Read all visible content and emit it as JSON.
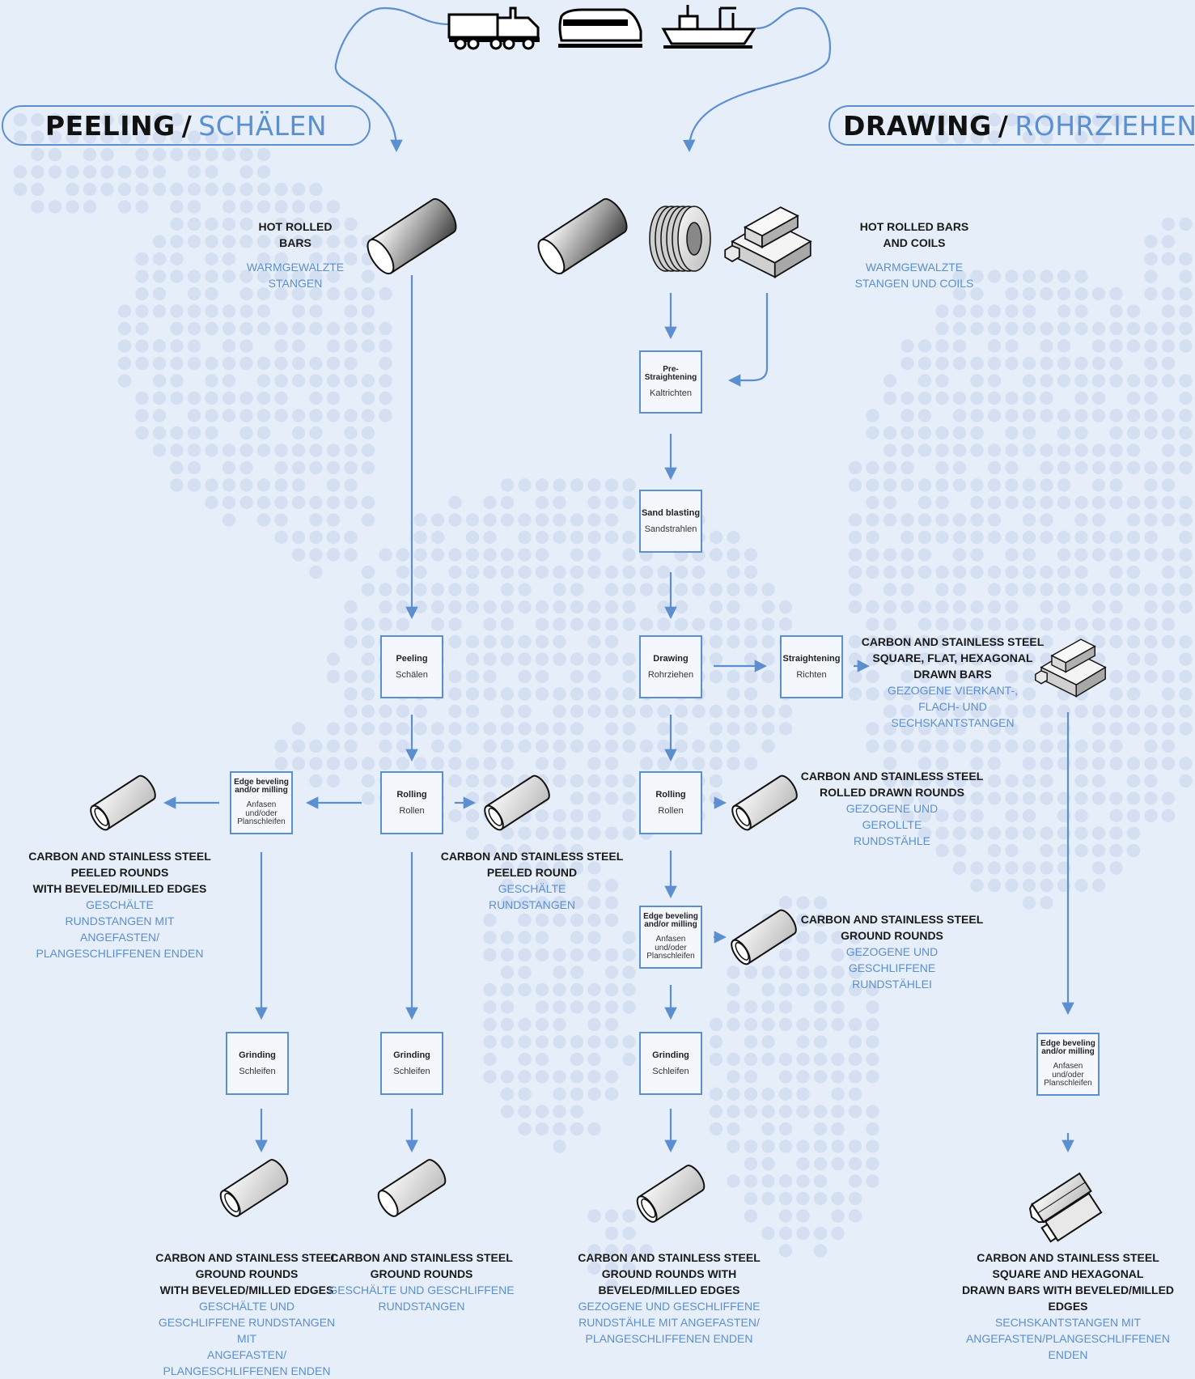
{
  "headers": {
    "peeling": {
      "en": "PEELING",
      "sep": "/",
      "de": "SCHÄLEN"
    },
    "drawing": {
      "en": "DRAWING",
      "sep": "/",
      "de": "ROHRZIEHEN"
    }
  },
  "transport_icons": [
    "truck-icon",
    "train-icon",
    "ship-icon"
  ],
  "colors": {
    "accent": "#5b8fcf",
    "background": "#e6eef9",
    "dots": "#d4e0f1"
  },
  "steps": {
    "pre_straightening": {
      "en": "Pre-\nStraightening",
      "de": "Kaltrichten"
    },
    "sand_blasting": {
      "en": "Sand blasting",
      "de": "Sandstrahlen"
    },
    "peeling": {
      "en": "Peeling",
      "de": "Schälen"
    },
    "drawing": {
      "en": "Drawing",
      "de": "Rohrziehen"
    },
    "straightening": {
      "en": "Straightening",
      "de": "Richten"
    },
    "rolling_peel": {
      "en": "Rolling",
      "de": "Rollen"
    },
    "rolling_draw": {
      "en": "Rolling",
      "de": "Rollen"
    },
    "edge_left": {
      "en": "Edge beveling\nand/or milling",
      "de": "Anfasen\nund/oder\nPlanschleifen"
    },
    "edge_mid": {
      "en": "Edge beveling\nand/or milling",
      "de": "Anfasen\nund/oder\nPlanschleifen"
    },
    "edge_right": {
      "en": "Edge beveling\nand/or milling",
      "de": "Anfasen\nund/oder\nPlanschleifen"
    },
    "grinding_1": {
      "en": "Grinding",
      "de": "Schleifen"
    },
    "grinding_2": {
      "en": "Grinding",
      "de": "Schleifen"
    },
    "grinding_3": {
      "en": "Grinding",
      "de": "Schleifen"
    }
  },
  "labels": {
    "hot_rolled_bars": {
      "en": "HOT ROLLED\nBARS",
      "de": "WARMGEWALZTE\nSTANGEN"
    },
    "hot_rolled_coils": {
      "en": "HOT ROLLED BARS\nAND COILS",
      "de": "WARMGEWALZTE\nSTANGEN UND COILS"
    },
    "square_flat_hex": {
      "en": "CARBON AND STAINLESS STEEL\nSQUARE, FLAT, HEXAGONAL\nDRAWN BARS",
      "de": "GEZOGENE VIERKANT-,\nFLACH- UND\nSECHSKANTSTANGEN"
    },
    "rolled_drawn": {
      "en": "CARBON AND STAINLESS STEEL\nROLLED DRAWN ROUNDS",
      "de": "GEZOGENE UND\nGEROLLTE\nRUNDSTÄHLE"
    },
    "ground_rounds_drawn": {
      "en": "CARBON AND STAINLESS STEEL\nGROUND ROUNDS",
      "de": "GEZOGENE UND\nGESCHLIFFENE\nRUNDSTÄHLEI"
    },
    "peeled_beveled": {
      "en": "CARBON AND STAINLESS STEEL\nPEELED ROUNDS\nWITH BEVELED/MILLED EDGES",
      "de": "GESCHÄLTE\nRUNDSTANGEN MIT\nANGEFASTEN/\nPLANGESCHLIFFENEN ENDEN"
    },
    "peeled_round": {
      "en": "CARBON AND STAINLESS STEEL\nPEELED ROUND",
      "de": "GESCHÄLTE\nRUNDSTANGEN"
    },
    "ground_peeled_beveled": {
      "en": "CARBON AND STAINLESS STEEL\nGROUND ROUNDS\nWITH BEVELED/MILLED EDGES",
      "de": "GESCHÄLTE UND\nGESCHLIFFENE RUNDSTANGEN MIT\nANGEFASTEN/\nPLANGESCHLIFFENEN ENDEN"
    },
    "ground_peeled": {
      "en": "CARBON AND STAINLESS STEEL\nGROUND ROUNDS",
      "de": "GESCHÄLTE UND GESCHLIFFENE\nRUNDSTANGEN"
    },
    "ground_drawn_beveled": {
      "en": "CARBON AND STAINLESS STEEL\nGROUND ROUNDS WITH\nBEVELED/MILLED EDGES",
      "de": "GEZOGENE UND GESCHLIFFENE\nRUNDSTÄHLE MIT ANGEFASTEN/\nPLANGESCHLIFFENEN ENDEN"
    },
    "square_hex_beveled": {
      "en": "CARBON AND STAINLESS STEEL\nSQUARE AND HEXAGONAL\nDRAWN BARS WITH BEVELED/MILLED EDGES",
      "de": "SECHSKANTSTANGEN MIT\nANGEFASTEN/PLANGESCHLIFFENEN ENDEN"
    }
  }
}
